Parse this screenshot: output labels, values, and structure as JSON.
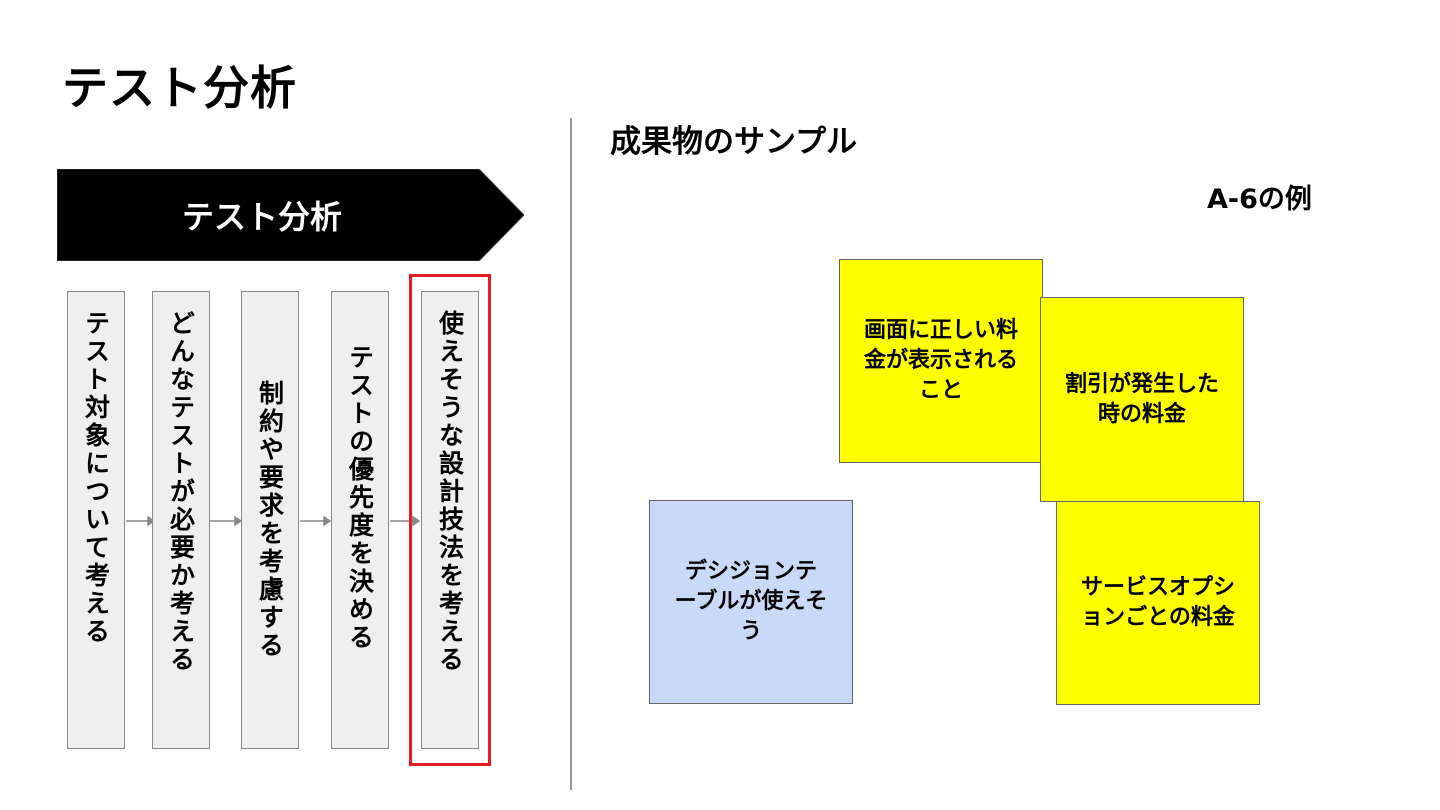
{
  "slide": {
    "title": "テスト分析",
    "subtitle": "成果物のサンプル",
    "example_label": "A-6の例"
  },
  "process": {
    "banner_label": "テスト分析",
    "steps": [
      {
        "label": "テスト対象について考える"
      },
      {
        "label": "どんなテストが必要か考える"
      },
      {
        "label": "制約や要求を考慮する"
      },
      {
        "label": "テストの優先度を決める"
      },
      {
        "label": "使えそうな設計技法を考える"
      }
    ],
    "highlighted_step": 5
  },
  "notes": [
    {
      "text": "画面に正しい料金が表示されること",
      "color": "#ffff00"
    },
    {
      "text": "割引が発生した時の料金",
      "color": "#ffff00"
    },
    {
      "text": "デシジョンテーブルが使えそう",
      "color": "#c9daf8"
    },
    {
      "text": "サービスオプションごとの料金",
      "color": "#ffff00"
    }
  ],
  "colors": {
    "banner": "#000000",
    "step_fill": "#efefef",
    "highlight": "#e31b23",
    "sticky_yellow": "#ffff00",
    "sticky_blue": "#c9daf8"
  }
}
